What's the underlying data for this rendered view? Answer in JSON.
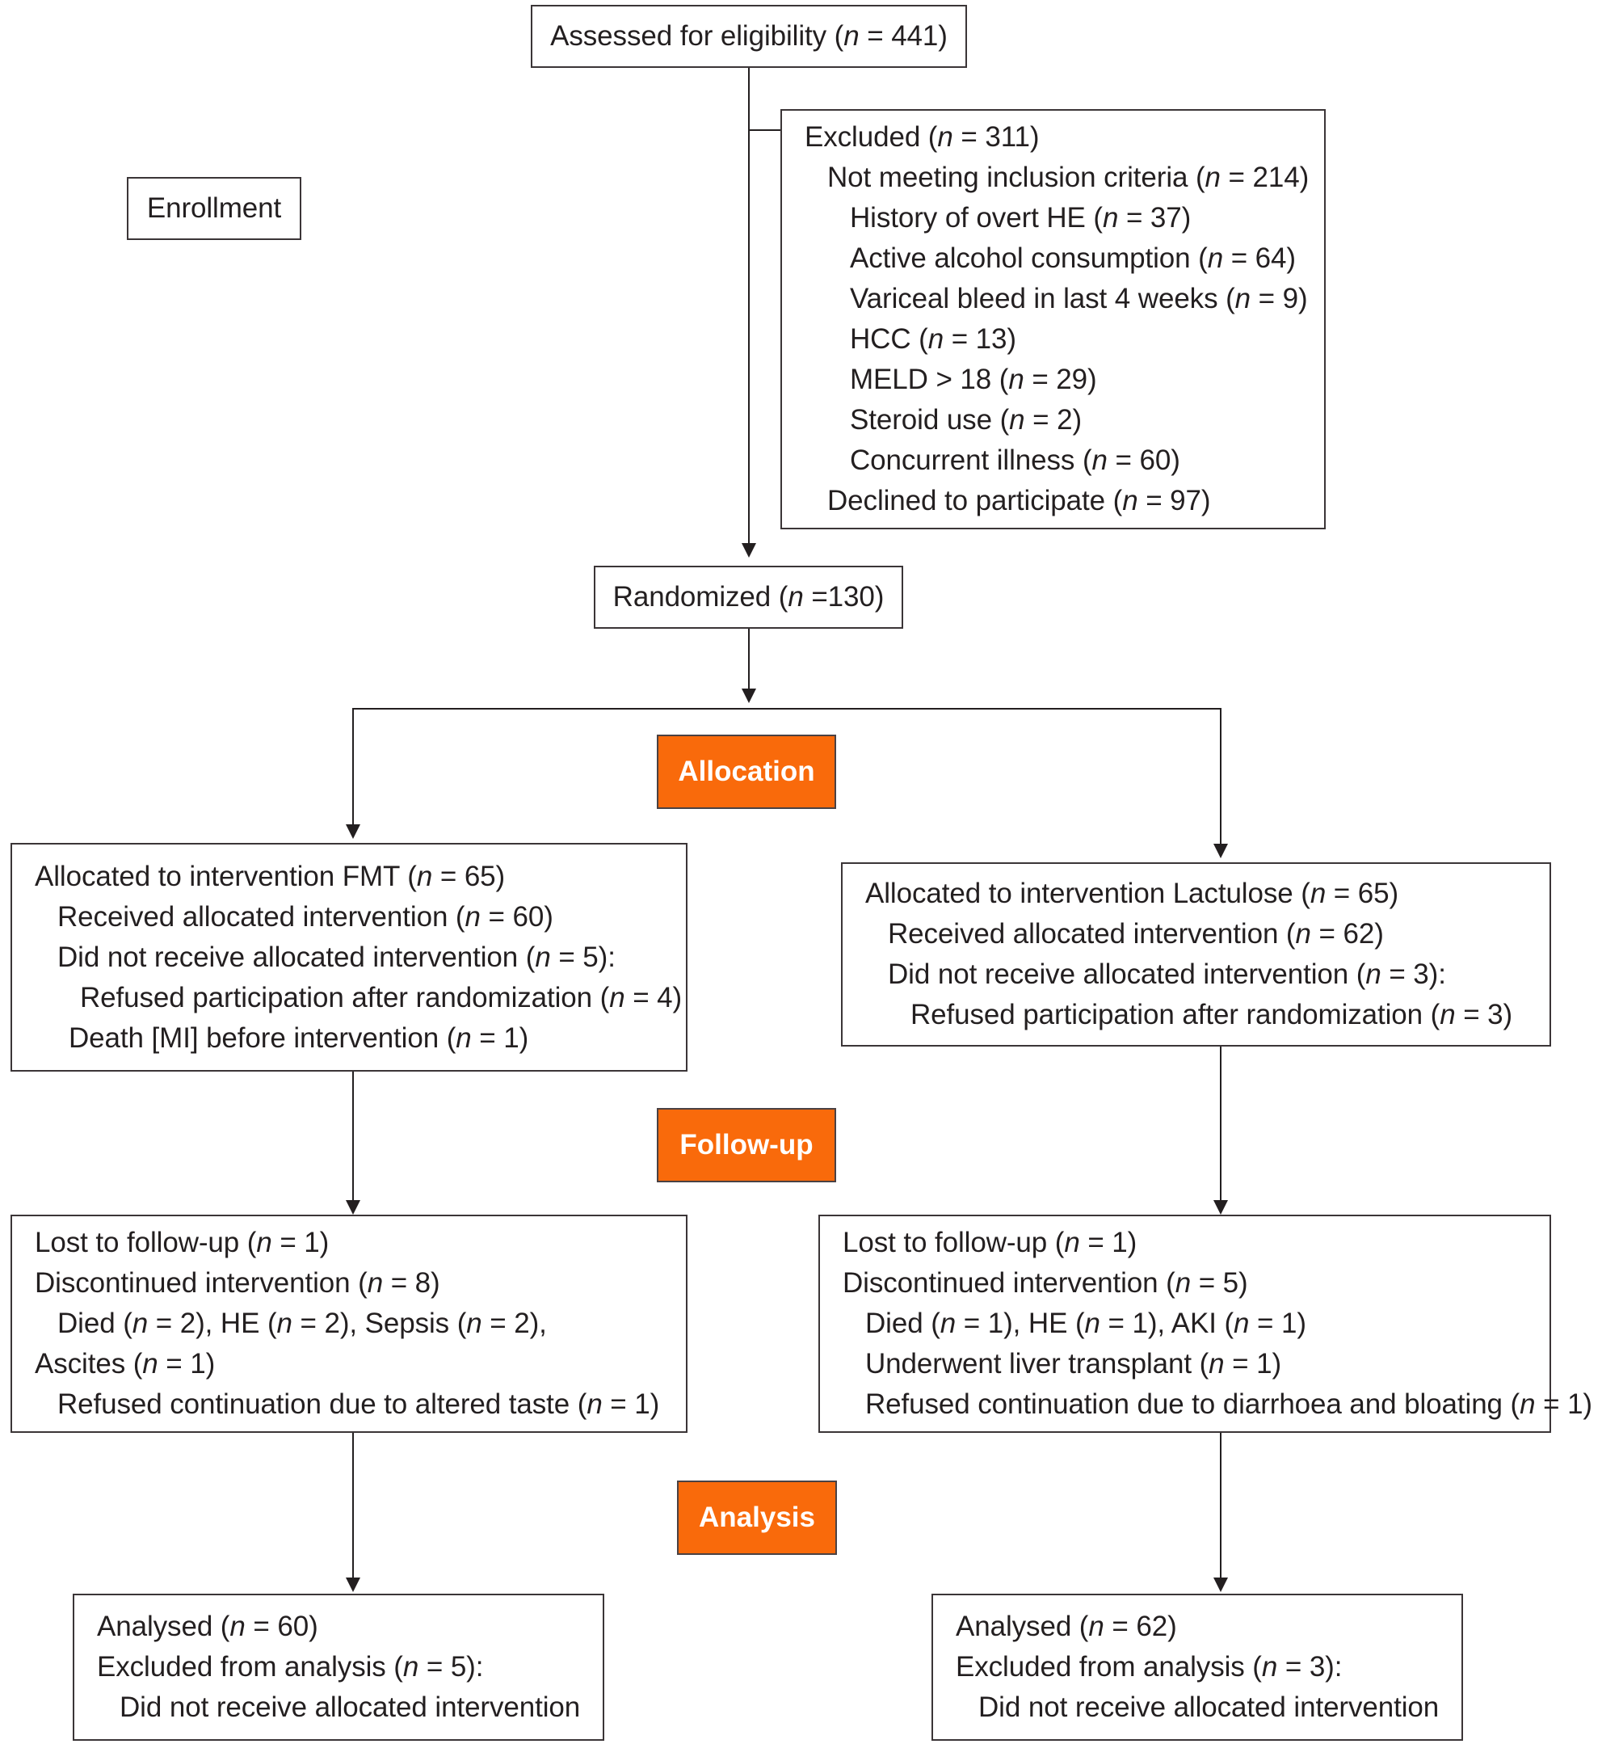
{
  "diagram": {
    "title": "CONSORT participant flow diagram",
    "accent_color": "#f96a0b",
    "border_color": "#3b3537",
    "text_color": "#231f20"
  },
  "stage_labels": {
    "enrollment": "Enrollment",
    "allocation": "Allocation",
    "followup": "Follow-up",
    "analysis": "Analysis"
  },
  "assessed": {
    "line1": "Assessed for eligibility (n = 441)"
  },
  "excluded": {
    "line1": "Excluded (n = 311)",
    "line2": "Not meeting inclusion criteria (n = 214)",
    "line3": "History of overt HE (n = 37)",
    "line4": "Active alcohol consumption (n = 64)",
    "line5": "Variceal bleed in last 4 weeks (n = 9)",
    "line6": "HCC (n = 13)",
    "line7": "MELD > 18 (n = 29)",
    "line8": "Steroid use (n = 2)",
    "line9": "Concurrent illness (n = 60)",
    "line10": "Declined to participate (n = 97)"
  },
  "randomized": {
    "line1": "Randomized (n =130)"
  },
  "allocation_left": {
    "line1": "Allocated to intervention FMT (n = 65)",
    "line2": "Received allocated intervention (n = 60)",
    "line3": "Did not receive allocated intervention (n = 5):",
    "line4": "Refused participation after randomization (n = 4)",
    "line5": "Death [MI] before intervention (n = 1)"
  },
  "allocation_right": {
    "line1": "Allocated to intervention Lactulose (n = 65)",
    "line2": "Received allocated intervention (n = 62)",
    "line3": "Did not receive allocated intervention (n = 3):",
    "line4": "Refused participation after randomization (n = 3)"
  },
  "followup_left": {
    "line1": "Lost to follow-up (n = 1)",
    "line2": "Discontinued intervention (n = 8)",
    "line3": "Died (n = 2), HE (n = 2), Sepsis (n = 2),",
    "line4": "Ascites (n = 1)",
    "line5": "Refused continuation due to altered taste (n = 1)"
  },
  "followup_right": {
    "line1": "Lost to follow-up (n = 1)",
    "line2": "Discontinued intervention (n = 5)",
    "line3": "Died (n = 1), HE (n = 1), AKI (n = 1)",
    "line4": "Underwent liver transplant (n = 1)",
    "line5": "Refused continuation due to diarrhoea and bloating (n = 1)"
  },
  "analysis_left": {
    "line1": "Analysed (n = 60)",
    "line2": "Excluded from analysis (n = 5):",
    "line3": "Did not receive allocated intervention"
  },
  "analysis_right": {
    "line1": "Analysed (n = 62)",
    "line2": "Excluded from analysis (n = 3):",
    "line3": "Did not receive allocated intervention"
  }
}
